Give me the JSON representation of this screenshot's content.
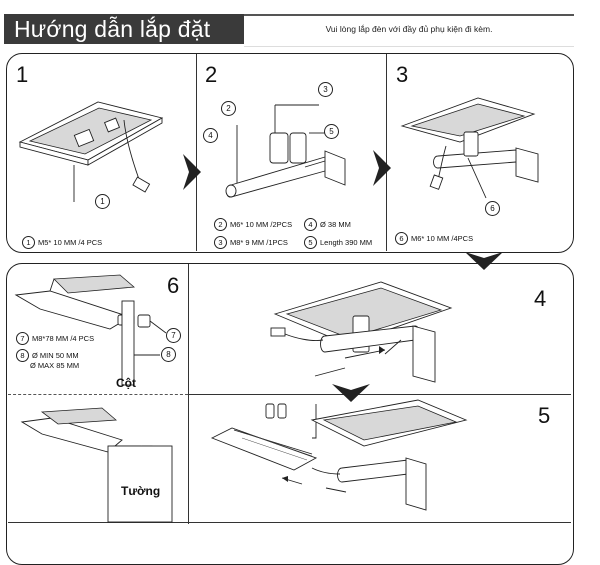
{
  "header": {
    "title": "Hướng dẫn lắp đặt",
    "notice": "Vui lòng lắp đèn với đầy đủ phụ kiện đi kèm."
  },
  "steps": {
    "s1": {
      "number": "1",
      "callouts": [
        "1"
      ],
      "specs": [
        {
          "mark": "1",
          "text": "M5* 10  MM /4 PCS"
        }
      ]
    },
    "s2": {
      "number": "2",
      "callouts": [
        "2",
        "3",
        "4",
        "5"
      ],
      "specs": [
        {
          "mark": "2",
          "text": "M6* 10  MM /2PCS"
        },
        {
          "mark": "4",
          "text": "Ø 38 MM"
        },
        {
          "mark": "3",
          "text": "M8* 9  MM /1PCS"
        },
        {
          "mark": "5",
          "text": "Length 390 MM"
        }
      ]
    },
    "s3": {
      "number": "3",
      "callouts": [
        "6"
      ],
      "specs": [
        {
          "mark": "6",
          "text": "M6* 10  MM /4PCS"
        }
      ]
    },
    "s4": {
      "number": "4"
    },
    "s5": {
      "number": "5"
    },
    "s6": {
      "number": "6",
      "callouts": [
        "7",
        "8"
      ],
      "specs": [
        {
          "mark": "7",
          "text": "M8*78 MM /4 PCS"
        },
        {
          "mark": "8",
          "text": "Ø MIN 50 MM"
        }
      ],
      "spec_extra": "Ø MAX 85 MM",
      "pole_label": "Cột",
      "wall_label": "Tường"
    }
  },
  "colors": {
    "header_bg": "#3a3a3a",
    "line": "#222222",
    "panel_fill": "#d8d8d8"
  }
}
